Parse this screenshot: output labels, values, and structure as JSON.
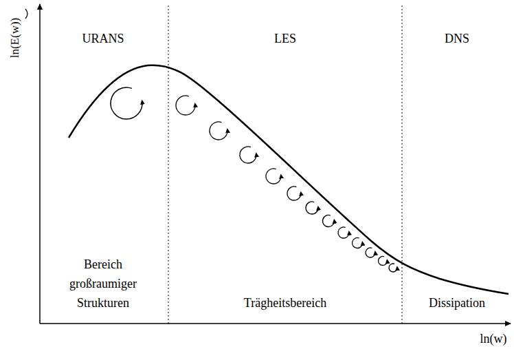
{
  "diagram": {
    "labels": [
      "ln(E(w))",
      "URANS",
      "LES",
      "DNS",
      "Bereich großraumiger Strukturen",
      "Trägheitsbereich",
      "Dissipation",
      "ln(w)"
    ]
  }
}
